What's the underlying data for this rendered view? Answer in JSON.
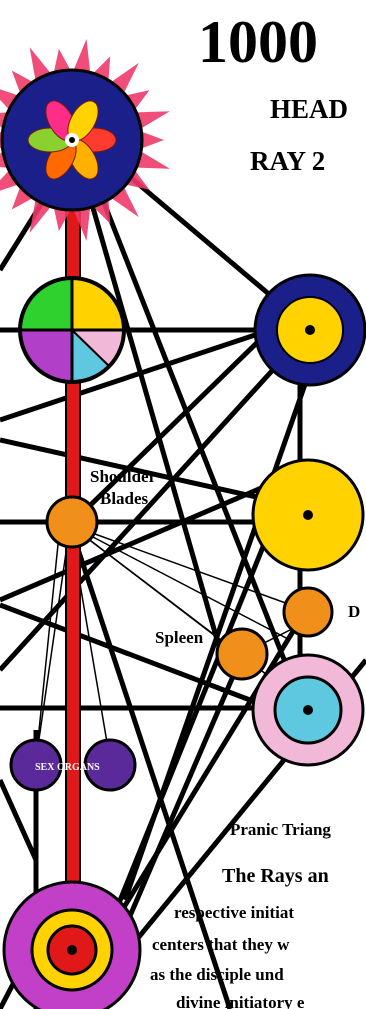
{
  "header": {
    "title": "1000",
    "line1": "HEAD",
    "line2": "RAY 2"
  },
  "labels": {
    "shoulder_blades_line1": "Shoulder",
    "shoulder_blades_line2": "Blades",
    "spleen": "Spleen",
    "right_d": "D",
    "sex_organs": "SEX ORGANS",
    "pranic": "Pranic Triang"
  },
  "text_block": [
    "The Rays an",
    "respective initiat",
    "centers that they w",
    "as the disciple und",
    "divine initiatory e"
  ],
  "colors": {
    "red_channel": "#e01818",
    "navy": "#1a1f8a",
    "yellow": "#ffd200",
    "orange": "#f0901a",
    "purple": "#5a2a9a",
    "magenta": "#c23fc8",
    "pink": "#f2b8d8",
    "cyan": "#5ec8e0",
    "green": "#2fd12f",
    "petal_pink": "#ee3a6a"
  }
}
